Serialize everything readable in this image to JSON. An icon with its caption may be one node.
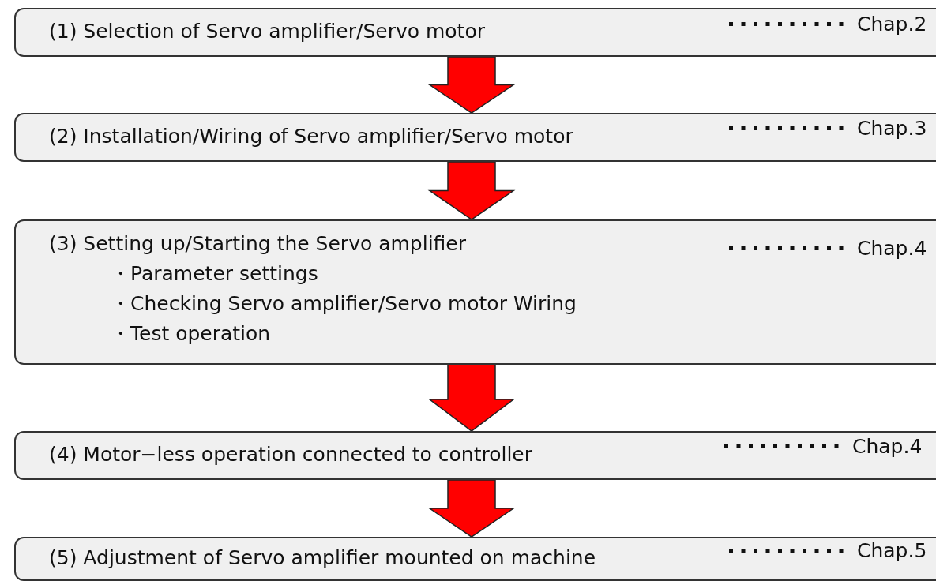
{
  "diagram": {
    "nodes": [
      {
        "text": [
          "(1) Selection of Servo amplifier/Servo motor",
          "Chap.2"
        ]
      },
      {
        "text": [
          "(2) Installation/Wiring of Servo amplifier/Servo motor",
          "Chap.3"
        ]
      },
      {
        "text": [
          "(3) Setting up/Starting the Servo amplifier",
          "・Parameter settings",
          "・Checking Servo amplifier/Servo motor Wiring",
          "・Test operation",
          "Chap.4"
        ]
      },
      {
        "text": [
          "(4) Motor−less operation connected to controller",
          "Chap.4"
        ]
      },
      {
        "text": [
          "(5) Adjustment of Servo amplifier mounted on machine",
          "Chap.5"
        ]
      }
    ],
    "edges": [
      {
        "from": 0,
        "to": 1,
        "arrow": "to"
      },
      {
        "from": 1,
        "to": 2,
        "arrow": "to"
      },
      {
        "from": 2,
        "to": 3,
        "arrow": "to"
      },
      {
        "from": 3,
        "to": 4,
        "arrow": "to"
      }
    ]
  }
}
